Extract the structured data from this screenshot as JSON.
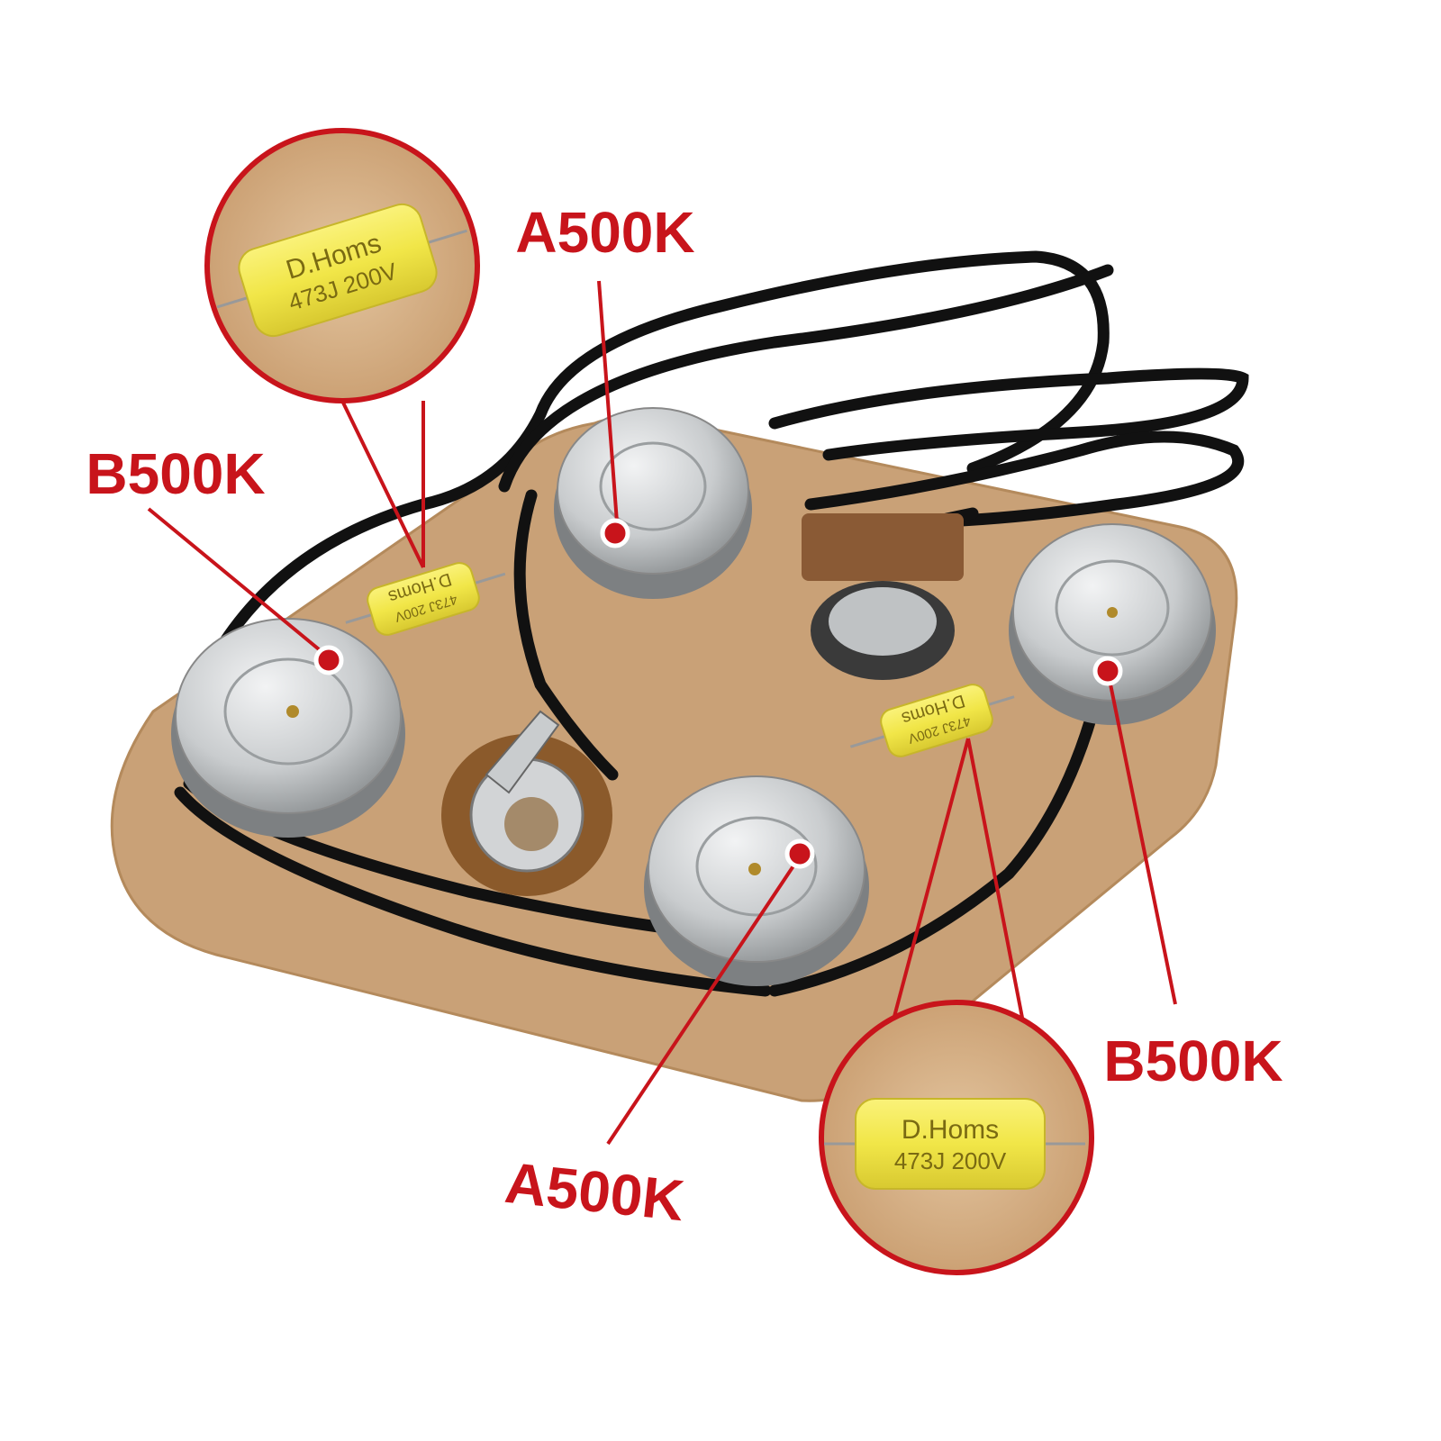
{
  "colors": {
    "accent": "#c8141b",
    "board": "#c9a177",
    "capacitor": "#f3ea52",
    "metal": "#c9ccce",
    "wire": "#111111"
  },
  "labels": {
    "top_pot": "A500K",
    "left_pot": "B500K",
    "bottom_pot": "A500K",
    "right_pot": "B500K"
  },
  "capacitor": {
    "brand": "D.Homs",
    "rating": "473J 200V",
    "rating_small": "473J 200V"
  }
}
